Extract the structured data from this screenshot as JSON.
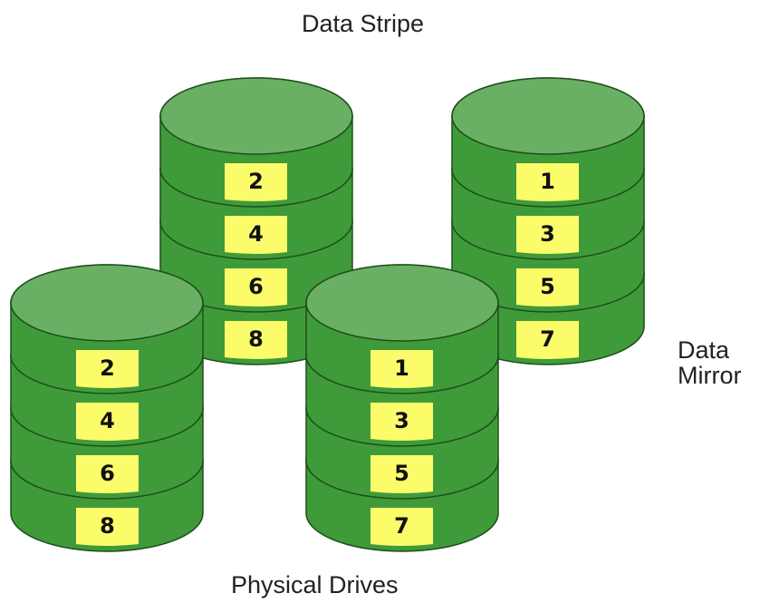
{
  "labels": {
    "top": "Data Stripe",
    "side_line1": "Data",
    "side_line2": "Mirror",
    "bottom": "Physical Drives"
  },
  "colors": {
    "drive_body": "#3f9b3a",
    "drive_top": "#6ab064",
    "drive_rim": "#7fc076",
    "block_fill": "#fcfc6a",
    "outline": "#1f4f1b",
    "text": "#222222",
    "block_text": "#111111"
  },
  "drives": [
    {
      "id": "drive-back-left",
      "role": "stripe-1",
      "blocks": [
        "2",
        "4",
        "6",
        "8"
      ]
    },
    {
      "id": "drive-back-right",
      "role": "stripe-1",
      "blocks": [
        "1",
        "3",
        "5",
        "7"
      ]
    },
    {
      "id": "drive-front-left",
      "role": "mirror",
      "blocks": [
        "2",
        "4",
        "6",
        "8"
      ]
    },
    {
      "id": "drive-front-right",
      "role": "mirror",
      "blocks": [
        "1",
        "3",
        "5",
        "7"
      ]
    }
  ]
}
